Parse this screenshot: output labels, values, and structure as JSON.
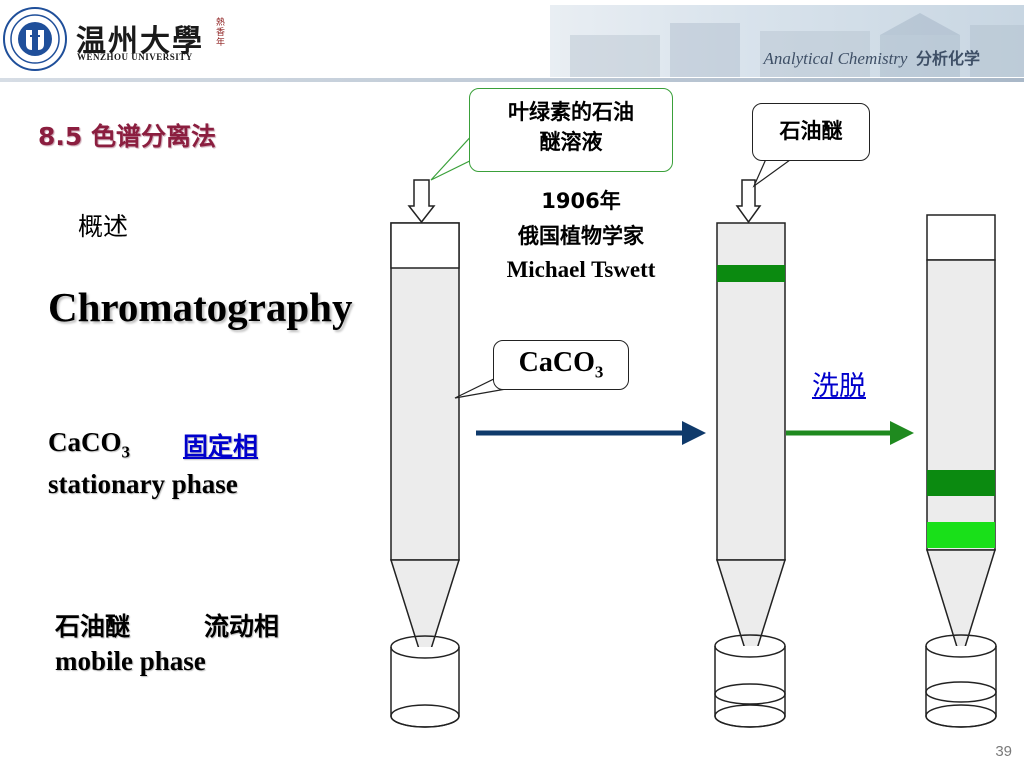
{
  "header": {
    "university_cn": "温州大學",
    "university_en": "WENZHOU UNIVERSITY",
    "logo_side_text": "熱香年",
    "course_en": "Analytical Chemistry",
    "course_cn": "分析化学"
  },
  "slide": {
    "section_title": "8.5  色谱分离法",
    "overview": "概述",
    "term": "Chromatography",
    "stationary": {
      "formula": "CaCO",
      "sub": "3",
      "cn": "固定相",
      "en": "stationary phase"
    },
    "mobile": {
      "cn": "石油醚",
      "cn2": "流动相",
      "en": "mobile phase"
    },
    "callout_extract": [
      "叶绿素的石油",
      "醚溶液"
    ],
    "callout_solvent": "石油醚",
    "history": [
      "1906年",
      "俄国植物学家",
      "Michael Tswett"
    ],
    "callout_caco3": {
      "formula": "CaCO",
      "sub": "3"
    },
    "elute_label": "洗脱",
    "page_number": "39"
  },
  "colors": {
    "title": "#8b1e3f",
    "arrow_blue": "#0f3a6b",
    "arrow_green": "#1f8a1f",
    "band_dark": "#0b8a10",
    "band_light": "#19e019",
    "callout_border_green": "#3aa03a",
    "column_fill": "#ececec"
  }
}
